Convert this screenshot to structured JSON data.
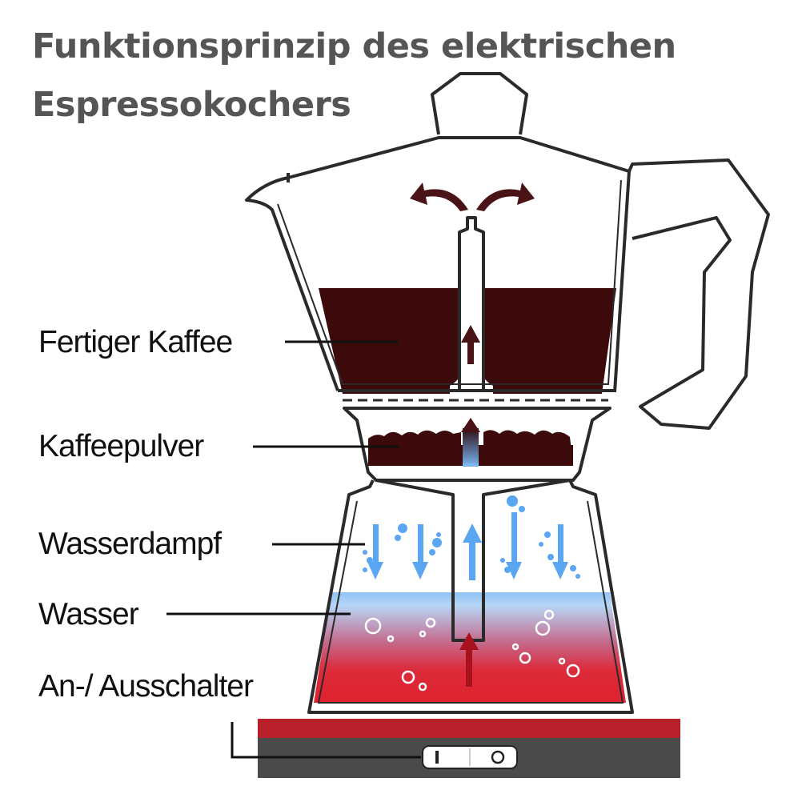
{
  "title": {
    "line1": "Funktionsprinzip des elektrischen",
    "line2": "Espressokochers"
  },
  "labels": {
    "coffee": "Fertiger Kaffee",
    "grounds": "Kaffeepulver",
    "steam": "Wasserdampf",
    "water": "Wasser",
    "switch": "An-/ Ausschalter"
  },
  "colors": {
    "coffee": "#3d0a0c",
    "steam": "#5aa6f2",
    "water_top": "#9cc9f7",
    "water_bottom": "#e0222e",
    "base_top": "#b8202c",
    "base_body": "#4a4a4a",
    "title": "#555555"
  }
}
